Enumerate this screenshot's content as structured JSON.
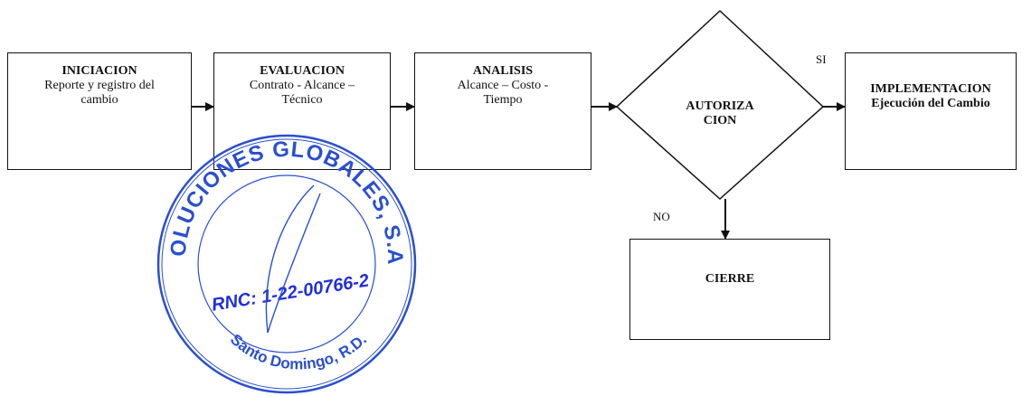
{
  "nodes": {
    "iniciacion": {
      "title": "INICIACION",
      "sub1": "Reporte y registro del",
      "sub2": "cambio"
    },
    "evaluacion": {
      "title": "EVALUACION",
      "sub1": "Contrato - Alcance –",
      "sub2": "Técnico"
    },
    "analisis": {
      "title": "ANALISIS",
      "sub1": "Alcance – Costo -",
      "sub2": "Tiempo"
    },
    "autorizacion": {
      "line1": "AUTORIZA",
      "line2": "CION"
    },
    "implementacion": {
      "title": "IMPLEMENTACION",
      "sub1": "Ejecución del Cambio"
    },
    "cierre": {
      "title": "CIERRE"
    }
  },
  "edges": {
    "si_label": "SI",
    "no_label": "NO"
  },
  "stamp": {
    "top_text": "SOLUCIONES GLOBALES, S.A.",
    "rnc": "RNC: 1-22-00766-2",
    "bottom_text": "Santo Domingo, R.D.",
    "ink_color": "#2a4fd0",
    "rnc_color": "#1f2fe0"
  },
  "colors": {
    "line": "#111111"
  }
}
